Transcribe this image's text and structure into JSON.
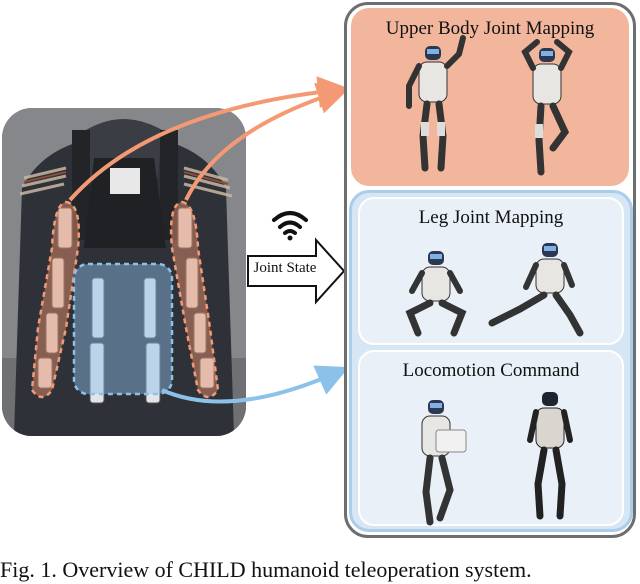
{
  "panels": {
    "upper_title": "Upper Body Joint Mapping",
    "leg_title": "Leg Joint Mapping",
    "loco_title": "Locomotion Command"
  },
  "center": {
    "arrow_label": "Joint State",
    "wifi_icon": "wifi-icon"
  },
  "caption": "Fig. 1. Overview of CHILD humanoid teleoperation system.",
  "colors": {
    "upper_fill": "#f2b69c",
    "orange_arrow": "#f39a74",
    "blue_arrow": "#8cc1ea",
    "frame_gray": "#6e6e6e"
  }
}
